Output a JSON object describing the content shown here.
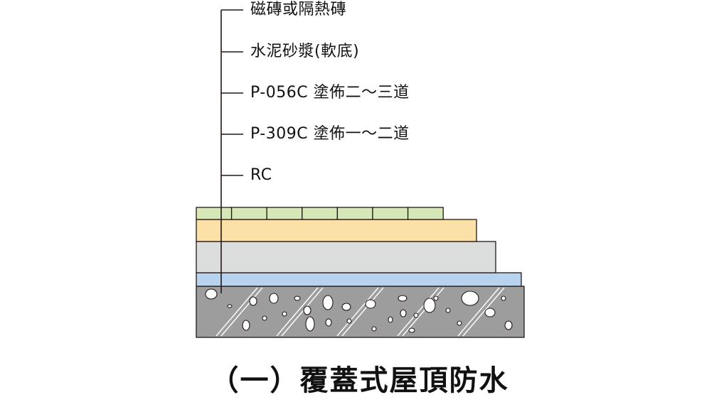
{
  "labels": [
    "磁磚或隔熱磚",
    "水泥砂漿(軟底)",
    "P-056C 塗佈二～三道",
    "P-309C 塗佈一～二道",
    "RC"
  ],
  "caption": "（一）覆蓋式屋頂防水",
  "colors": {
    "tile": "#d7e8b7",
    "mortar": "#fbe0a8",
    "coat_p056c": "#dcdddd",
    "coat_p309c": "#b7d3f0",
    "concrete": "#9d9d9d",
    "line": "#231815"
  }
}
